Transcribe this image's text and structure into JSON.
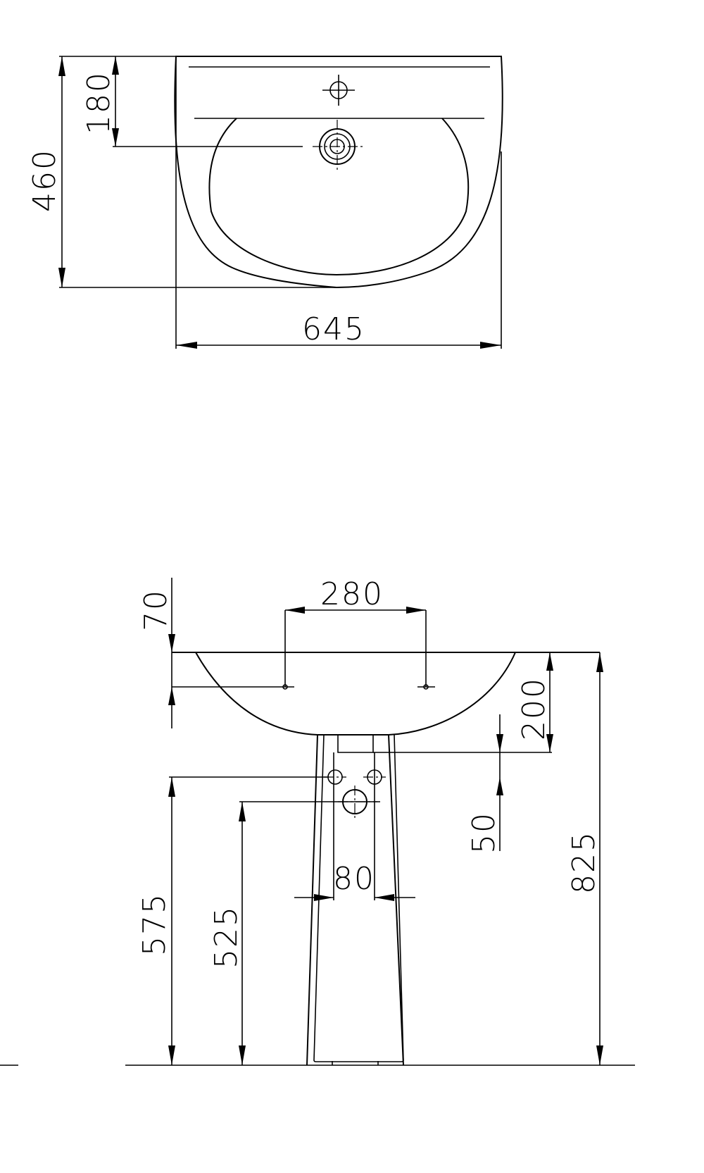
{
  "top_view": {
    "dims": {
      "width": "645",
      "depth": "460",
      "tap_hole_offset": "180"
    }
  },
  "side_view": {
    "dims": {
      "fixing_hole_spacing": "280",
      "rim_to_fixing": "70",
      "bowl_depth": "200",
      "waste_drop": "50",
      "pedestal_opening": "80",
      "supply_height": "575",
      "waste_height": "525",
      "rim_height": "825"
    }
  }
}
